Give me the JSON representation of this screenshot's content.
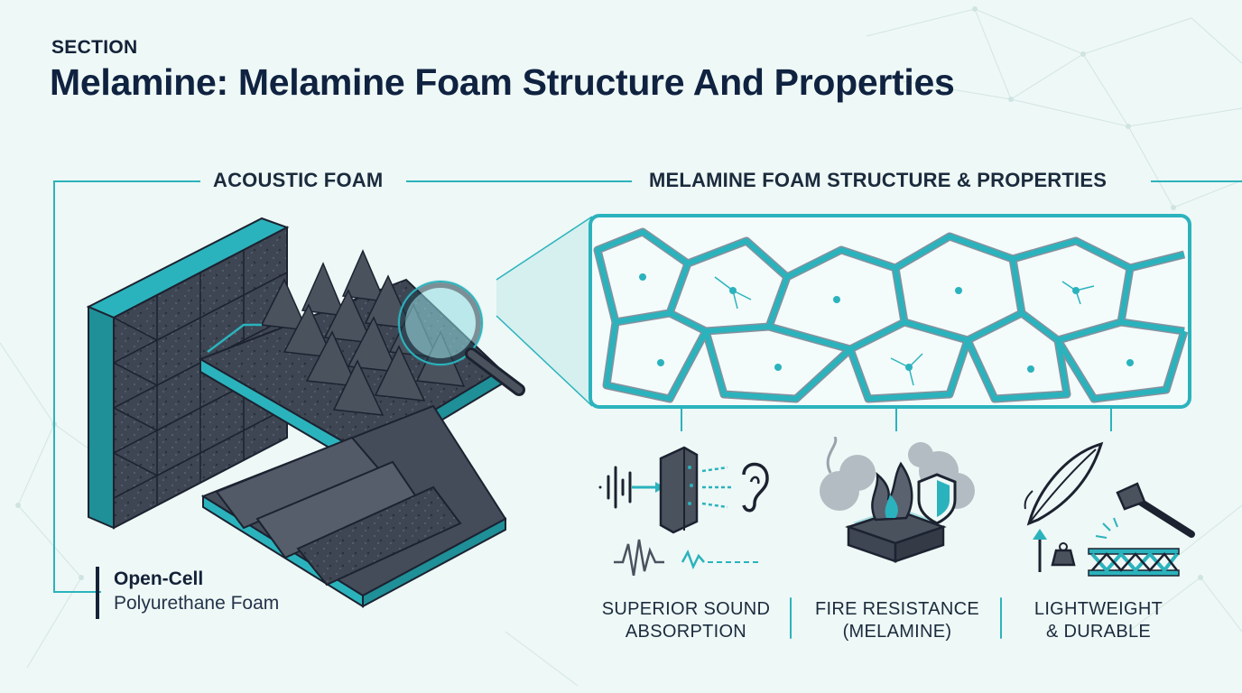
{
  "header": {
    "eyebrow": "SECTION",
    "title": "Melamine: Melamine Foam Structure And Properties"
  },
  "left_panel": {
    "label": "ACOUSTIC FOAM",
    "caption_title": "Open-Cell",
    "caption_sub": "Polyurethane Foam"
  },
  "right_panel": {
    "label": "MELAMINE FOAM STRUCTURE & PROPERTIES",
    "properties": [
      {
        "line1": "SUPERIOR SOUND",
        "line2": "ABSORPTION",
        "icon": "sound-absorption-icon"
      },
      {
        "line1": "FIRE RESISTANCE",
        "line2": "(MELAMINE)",
        "icon": "fire-resistance-icon"
      },
      {
        "line1": "LIGHTWEIGHT",
        "line2": "& DURABLE",
        "icon": "lightweight-durable-icon"
      }
    ]
  },
  "colors": {
    "background": "#eef8f6",
    "accent": "#2bb3bd",
    "foam_dark": "#3b4350",
    "title": "#0f2240"
  }
}
